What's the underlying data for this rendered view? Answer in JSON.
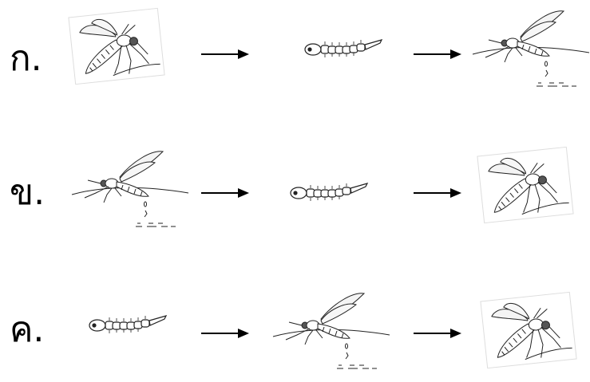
{
  "rows": [
    {
      "label": "ก.",
      "stages": [
        "adult-mosquito-feeding",
        "larva",
        "adult-mosquito-laying-eggs"
      ]
    },
    {
      "label": "ข.",
      "stages": [
        "adult-mosquito-laying-eggs",
        "larva",
        "adult-mosquito-feeding"
      ]
    },
    {
      "label": "ค.",
      "stages": [
        "larva",
        "adult-mosquito-laying-eggs",
        "adult-mosquito-feeding"
      ]
    }
  ],
  "colors": {
    "ink": "#000000",
    "background": "#ffffff"
  }
}
